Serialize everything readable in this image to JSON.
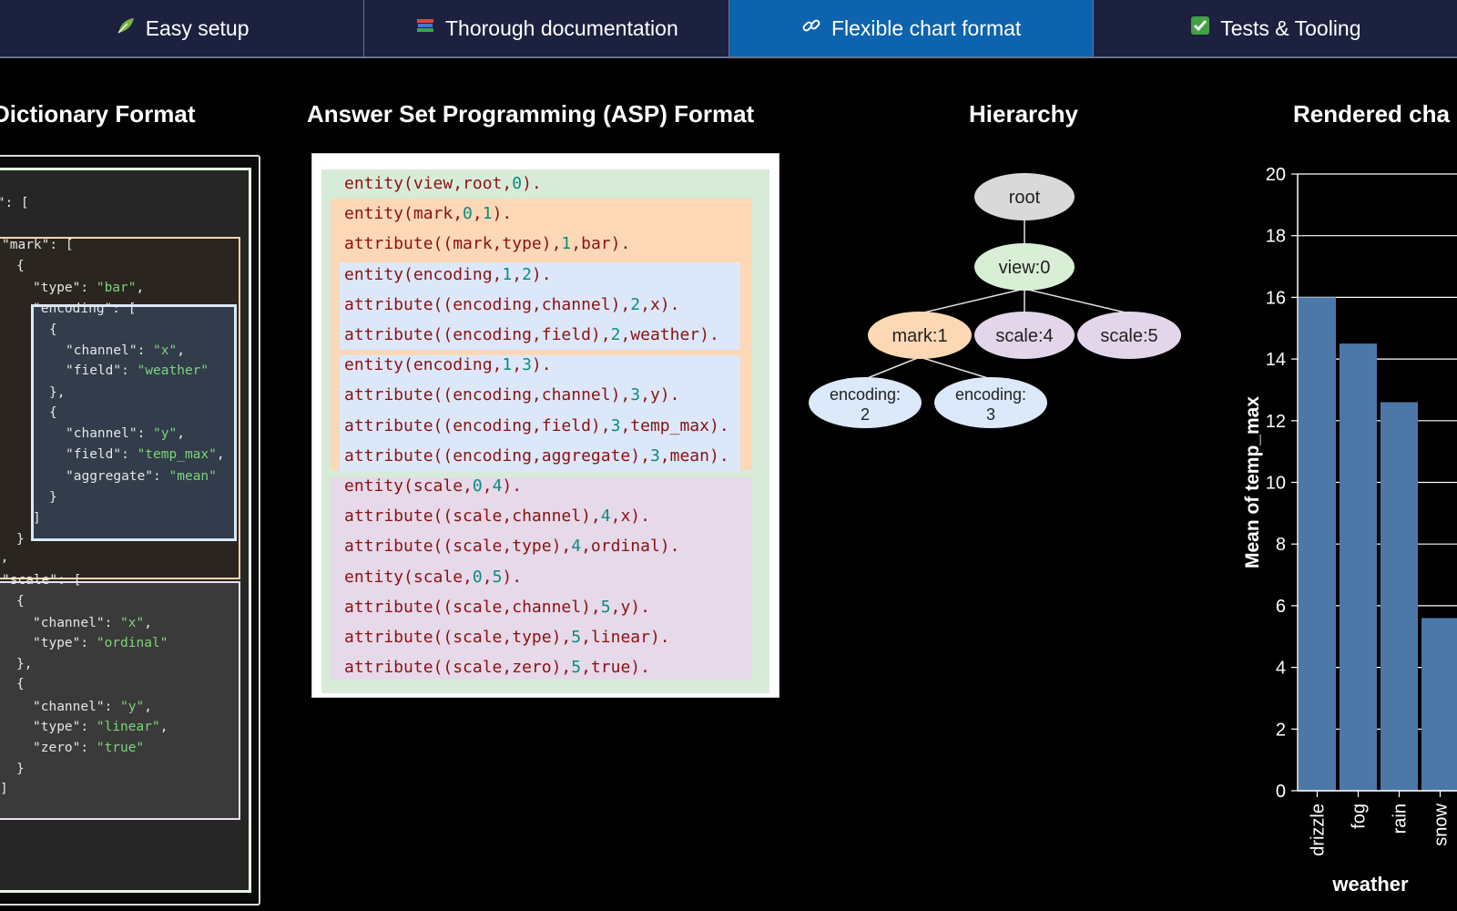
{
  "tabs": [
    {
      "label": "Easy setup",
      "icon": "leaf-icon",
      "active": false
    },
    {
      "label": "Thorough documentation",
      "icon": "books-icon",
      "active": false
    },
    {
      "label": "Flexible chart format",
      "icon": "link-icon",
      "active": true
    },
    {
      "label": "Tests & Tooling",
      "icon": "check-mark-icon",
      "active": false
    }
  ],
  "sections": {
    "dictionary": "Dictionary Format",
    "asp": "Answer Set Programming (ASP) Format",
    "hierarchy": "Hierarchy",
    "rendered": "Rendered cha"
  },
  "dictionary_code": [
    "w\": [",
    "\"mark\": [",
    "  {",
    "    \"type\": \"bar\",",
    "    \"encoding\": [",
    "      {",
    "        \"channel\": \"x\",",
    "        \"field\": \"weather\"",
    "      },",
    "      {",
    "        \"channel\": \"y\",",
    "        \"field\": \"temp_max\",",
    "        \"aggregate\": \"mean\"",
    "      }",
    "    ]",
    "  }",
    "],",
    "\"scale\": [",
    "  {",
    "    \"channel\": \"x\",",
    "    \"type\": \"ordinal\"",
    "  },",
    "  {",
    "    \"channel\": \"y\",",
    "    \"type\": \"linear\",",
    "    \"zero\": \"true\"",
    "  }",
    "]"
  ],
  "asp_code": [
    "entity(view,root,0).",
    "entity(mark,0,1).",
    "attribute((mark,type),1,bar).",
    "entity(encoding,1,2).",
    "attribute((encoding,channel),2,x).",
    "attribute((encoding,field),2,weather).",
    "entity(encoding,1,3).",
    "attribute((encoding,channel),3,y).",
    "attribute((encoding,field),3,temp_max).",
    "attribute((encoding,aggregate),3,mean).",
    "entity(scale,0,4).",
    "attribute((scale,channel),4,x).",
    "attribute((scale,type),4,ordinal).",
    "entity(scale,0,5).",
    "attribute((scale,channel),5,y).",
    "attribute((scale,type),5,linear).",
    "attribute((scale,zero),5,true)."
  ],
  "hierarchy": {
    "nodes": [
      {
        "id": "root",
        "label": "root",
        "color": "#d9d9d9"
      },
      {
        "id": "view",
        "label": "view:0",
        "color": "#d8eed5"
      },
      {
        "id": "mark",
        "label": "mark:1",
        "color": "#fcd8b4"
      },
      {
        "id": "scale4",
        "label": "scale:4",
        "color": "#e3d6ea"
      },
      {
        "id": "scale5",
        "label": "scale:5",
        "color": "#e3d6ea"
      },
      {
        "id": "enc2",
        "label": "encoding:\n2",
        "color": "#dbe9fa"
      },
      {
        "id": "enc3",
        "label": "encoding:\n3",
        "color": "#dbe9fa"
      }
    ]
  },
  "chart_data": {
    "type": "bar",
    "categories": [
      "drizzle",
      "fog",
      "rain",
      "snow"
    ],
    "values": [
      16.0,
      14.5,
      12.6,
      5.6
    ],
    "ylabel": "Mean of temp_max",
    "xlabel": "weather",
    "ylim": [
      0,
      20
    ],
    "yticks": [
      "0",
      "2",
      "4",
      "6",
      "8",
      "10",
      "12",
      "14",
      "16",
      "18",
      "20"
    ],
    "grid": true,
    "bar_color": "#4c78a8"
  }
}
